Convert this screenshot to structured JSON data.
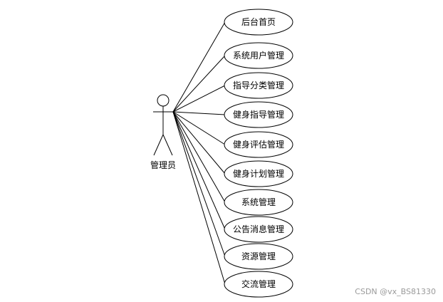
{
  "actor": {
    "label": "管理员",
    "icon": "stick-figure-actor-icon"
  },
  "use_cases": [
    {
      "label": "后台首页"
    },
    {
      "label": "系统用户管理"
    },
    {
      "label": "指导分类管理"
    },
    {
      "label": "健身指导管理"
    },
    {
      "label": "健身评估管理"
    },
    {
      "label": "健身计划管理"
    },
    {
      "label": "系统管理"
    },
    {
      "label": "公告消息管理"
    },
    {
      "label": "资源管理"
    },
    {
      "label": "交流管理"
    }
  ],
  "watermark": "CSDN @vx_BS81330",
  "colors": {
    "stroke": "#000000",
    "fill": "#ffffff",
    "watermark": "#9a9a9a"
  }
}
